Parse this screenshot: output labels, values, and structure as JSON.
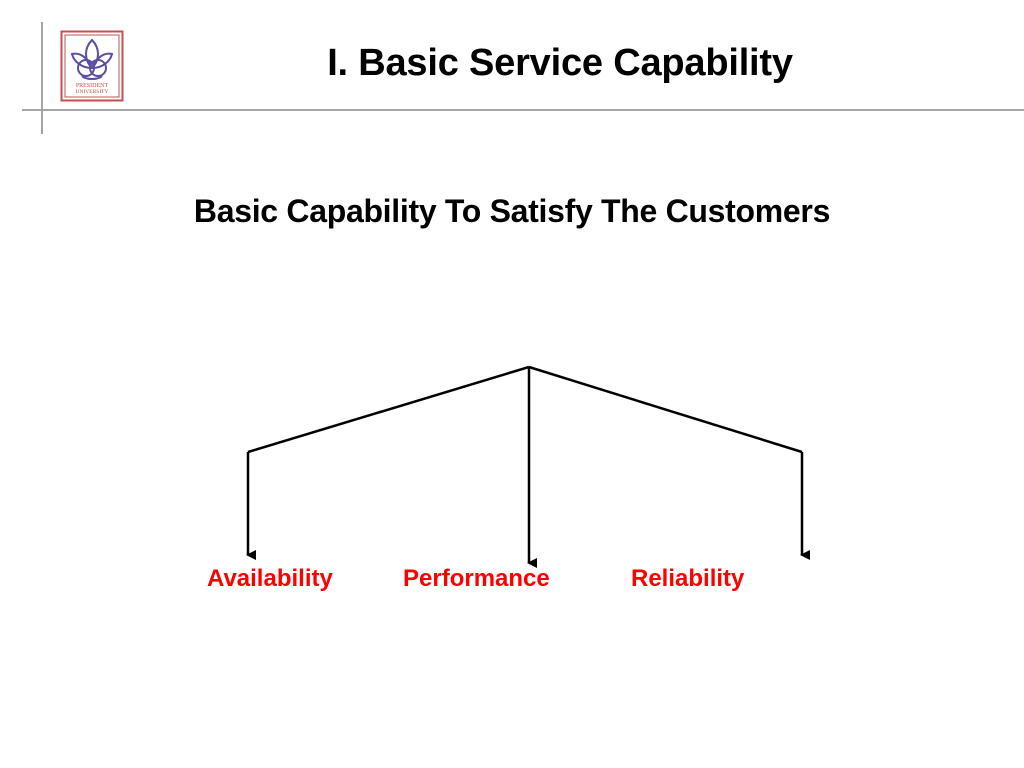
{
  "slide": {
    "title": "I. Basic Service Capability",
    "subtitle": "Basic Capability To Satisfy The Customers"
  },
  "logo": {
    "text_line1": "PRESIDENT",
    "text_line2": "UNIVERSITY",
    "icon": "lotus-emblem-icon",
    "border_color": "#c0504d",
    "emblem_color": "#5b4fa0"
  },
  "diagram": {
    "branches": [
      {
        "label": "Availability"
      },
      {
        "label": "Performance"
      },
      {
        "label": "Reliability"
      }
    ],
    "label_color": "#ff0000",
    "line_color": "#000000"
  }
}
